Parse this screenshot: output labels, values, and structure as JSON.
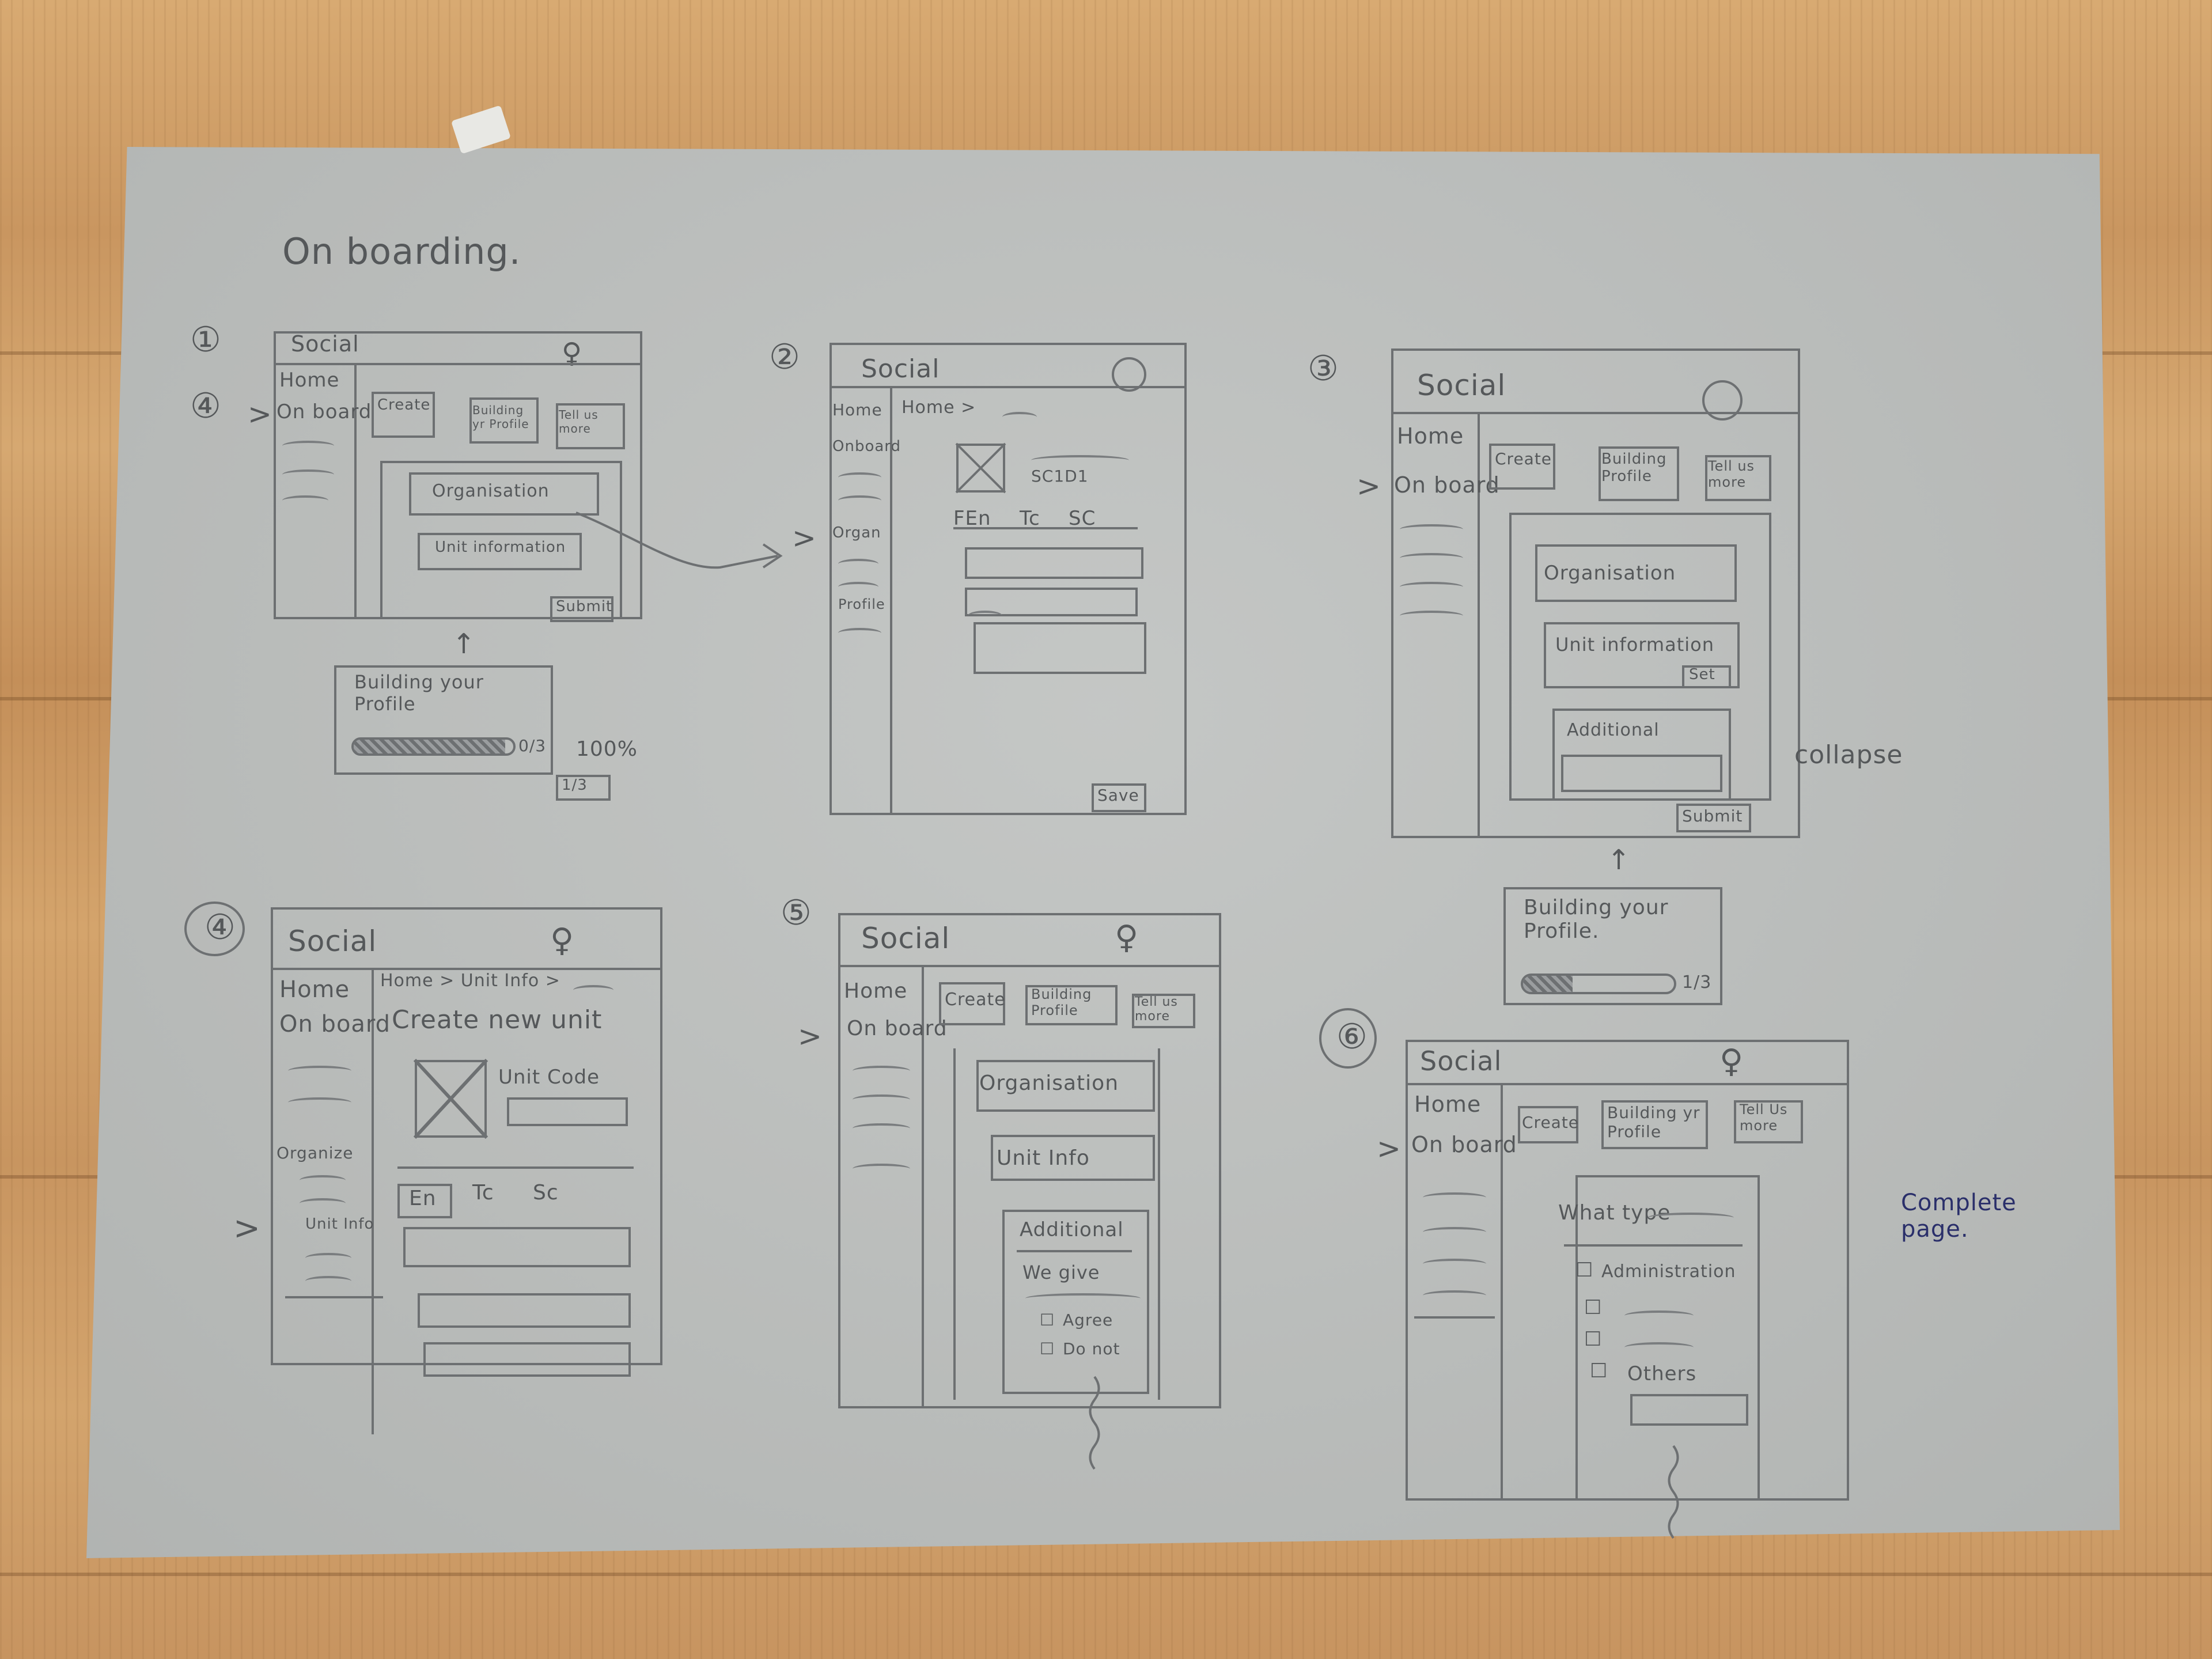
{
  "title": "On boarding.",
  "app_name": "Social",
  "frames": {
    "f1": {
      "number": "①",
      "sidebar": [
        "Home",
        "On board"
      ],
      "tabs": [
        "Create",
        "Building yr Profile",
        "Tell us more"
      ],
      "fields": [
        "Organisation",
        "Unit information"
      ],
      "submit": "Submit",
      "popup": {
        "title": "Building your Profile",
        "count": "0/3",
        "percent": "100%",
        "badge": "1/3"
      },
      "progress": 0.95
    },
    "f2": {
      "number": "②",
      "sidebar": [
        "Home",
        "Onboard",
        "Organ",
        "Profile"
      ],
      "breadcrumb": "Home >",
      "code": "SC1D1",
      "tabs": [
        "FEn",
        "Tc",
        "SC"
      ],
      "save": "Save"
    },
    "f3": {
      "number": "③",
      "sidebar": [
        "Home",
        "On board"
      ],
      "tabs": [
        "Create",
        "Building Profile",
        "Tell us more"
      ],
      "fields": [
        "Organisation",
        "Unit information",
        "Additional"
      ],
      "set": "Set",
      "submit": "Submit",
      "popup": {
        "title": "Building your Profile.",
        "count": "1/3"
      },
      "progress": 0.33,
      "note": "collapse"
    },
    "f4": {
      "number": "④",
      "sidebar": [
        "Home",
        "On board",
        "Organize",
        "Unit Info"
      ],
      "breadcrumb": "Home > Unit Info >",
      "heading": "Create new unit",
      "code_label": "Unit Code",
      "tabs": [
        "En",
        "Tc",
        "Sc"
      ]
    },
    "f5": {
      "number": "⑤",
      "sidebar": [
        "Home",
        "On board"
      ],
      "tabs": [
        "Create",
        "Building Profile",
        "Tell us more"
      ],
      "fields": [
        "Organisation",
        "Unit Info"
      ],
      "additional": "Additional",
      "we_give": "We give",
      "options": [
        "Agree",
        "Do not"
      ]
    },
    "f6": {
      "number": "⑥",
      "sidebar": [
        "Home",
        "On board"
      ],
      "tabs": [
        "Create",
        "Building yr Profile",
        "Tell Us more"
      ],
      "question": "What type",
      "options": [
        "Administration",
        "Others"
      ],
      "note": "Complete page."
    }
  },
  "marker_4": "④"
}
